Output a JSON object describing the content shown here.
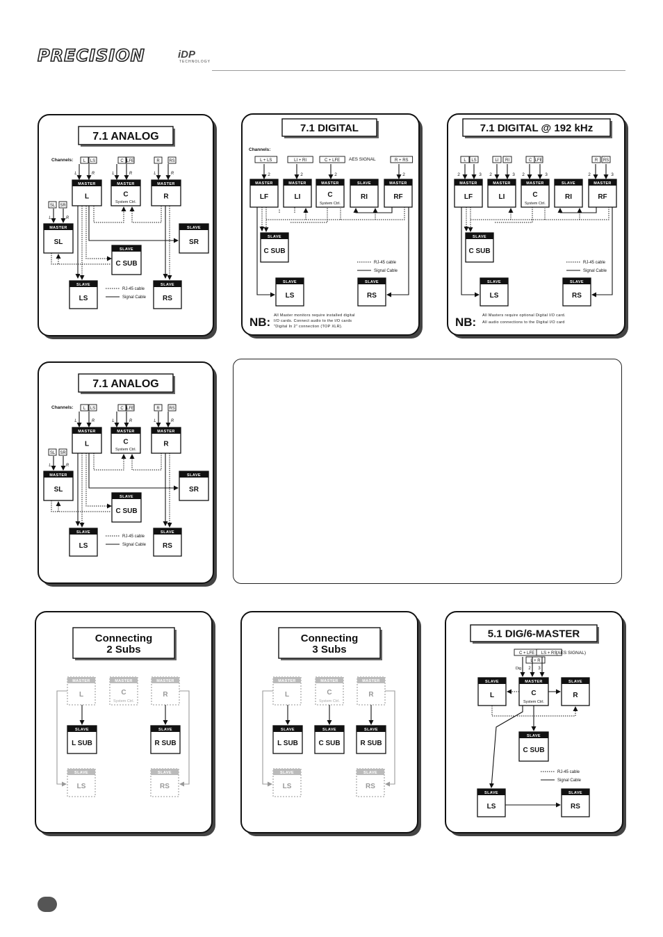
{
  "header": {
    "brand": "PRECISION",
    "brand_sub": "iDP",
    "brand_tech": "TECHNOLOGY"
  },
  "legend": {
    "rj45": "RJ-45 cable",
    "signal": "Signal Cable"
  },
  "role": {
    "master": "MASTER",
    "slave": "SLAVE"
  },
  "common": {
    "channels": "Channels:",
    "system_ctrl": "System Ctrl.",
    "nb": "NB:"
  },
  "panels": {
    "analog_a": {
      "title": "7.1 ANALOG"
    },
    "digital": {
      "title": "7.1 DIGITAL",
      "aes": "AES SIGNAL",
      "inputs": [
        "L + LS",
        "LI + RI",
        "C + LFE",
        "R + RS"
      ],
      "nb_text_1": "All Master monitors require installed digital",
      "nb_text_2": "I/O cards. Connect audio to the I/O cards",
      "nb_text_3": "\"Digital In 2\" connection (TOP XLR)."
    },
    "digital192": {
      "title": "7.1 DIGITAL @ 192 kHz",
      "inputs": [
        "L",
        "LS",
        "LI",
        "RI",
        "C",
        "LFE",
        "R",
        "RS"
      ],
      "nb_text_1": "All Masters require optional Digital I/O card.",
      "nb_text_2": "All audio connections to the Digital I/O card"
    },
    "analog_b": {
      "title": "7.1 ANALOG"
    },
    "subs2": {
      "title_1": "Connecting",
      "title_2": "2 Subs"
    },
    "subs3": {
      "title_1": "Connecting",
      "title_2": "3 Subs"
    },
    "dig51": {
      "title": "5.1 DIG/6-MASTER",
      "inputs": [
        "C + LFE",
        "LS + RS",
        "L + R"
      ],
      "aes": "(AES SIGNAL)",
      "dig": "Dig"
    }
  },
  "analog_channels": [
    "L",
    "LS",
    "C",
    "LFE",
    "R",
    "RS",
    "SL",
    "SR"
  ],
  "speakers": {
    "L": "L",
    "C": "C",
    "R": "R",
    "SL": "SL",
    "SR": "SR",
    "CSUB": "C SUB",
    "LS": "LS",
    "RS": "RS",
    "LF": "LF",
    "LI": "LI",
    "RI": "RI",
    "RF": "RF",
    "LSUB": "L SUB",
    "RSUB": "R SUB"
  },
  "port": {
    "l": "L",
    "r": "R",
    "two": "2",
    "three": "3"
  }
}
